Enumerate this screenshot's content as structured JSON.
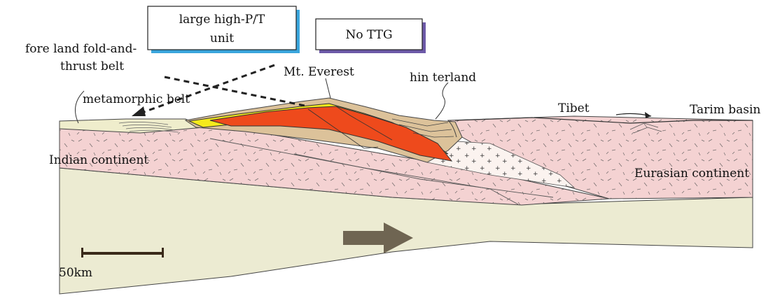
{
  "boxes": {
    "high_pt_line1": "large high-P/T",
    "high_pt_line2": "unit",
    "no_ttg": "No TTG"
  },
  "labels": {
    "foreland_line1": "fore land fold-and-",
    "foreland_line2": "thrust belt",
    "metamorphic_belt": "metamorphic belt",
    "mt_everest": "Mt. Everest",
    "hinterland": "hin terland",
    "tibet": "Tibet",
    "tarim_basin": "Tarim basin",
    "indian_continent": "Indian continent",
    "eurasian_continent": "Eurasian continent",
    "scale": "50km"
  },
  "colors": {
    "mantle": "#ecebd2",
    "crust": "#f4d2d2",
    "high_pt_core": "#ee4a1c",
    "yellow_band": "#f5ea1c",
    "tan": "#dcc29a",
    "foreland": "#efedcc",
    "box_shadow_blue": "#3aa6dd",
    "box_shadow_purple": "#6d5aa8",
    "arrow": "#6f6552",
    "outline": "#333333"
  }
}
